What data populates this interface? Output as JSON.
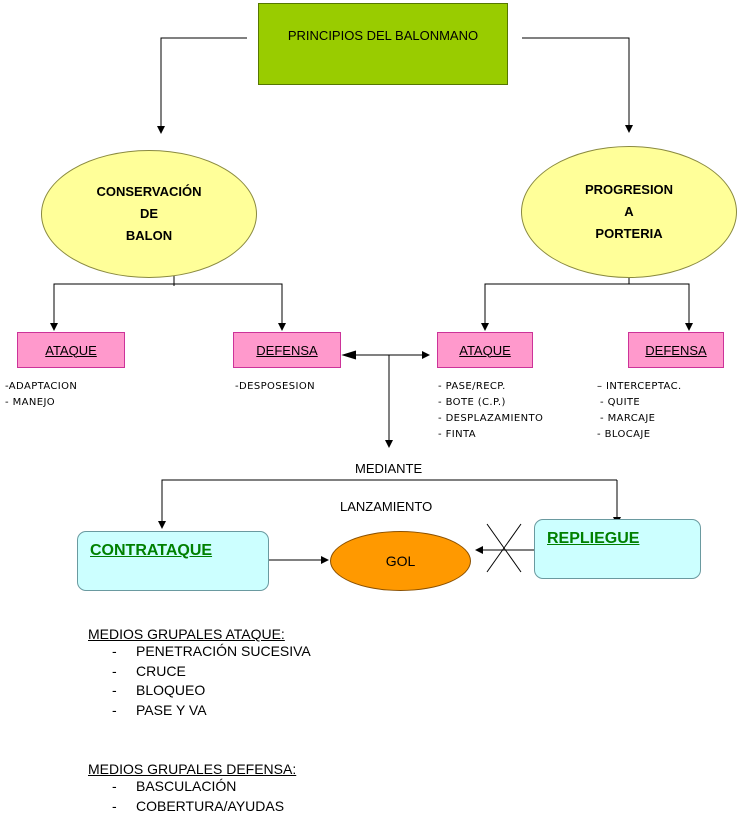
{
  "title": "PRINCIPIOS DEL BALONMANO",
  "conservacion": {
    "line1": "CONSERVACIÓN",
    "line2": "DE",
    "line3": "BALON"
  },
  "progresion": {
    "line1": "PROGRESION",
    "line2": "A",
    "line3": "PORTERIA"
  },
  "boxes": {
    "ataque_left": "ATAQUE",
    "defensa_left": "DEFENSA",
    "ataque_right": "ATAQUE",
    "defensa_right": "DEFENSA"
  },
  "lists": {
    "ataque_left": [
      "-ADAPTACION",
      "- MANEJO"
    ],
    "defensa_left": [
      "-DESPOSESION"
    ],
    "ataque_right": [
      "- PASE/RECP.",
      "- BOTE (C.P.)",
      "- DESPLAZAMIENTO",
      "- FINTA"
    ],
    "defensa_right": [
      "– INTERCEPTAC.",
      "- QUITE",
      "- MARCAJE",
      "- BLOCAJE"
    ]
  },
  "mediante": "MEDIANTE",
  "lanzamiento": "LANZAMIENTO",
  "contrataque": "CONTRATAQUE",
  "gol": "GOL",
  "repliegue": "REPLIEGUE",
  "medios_ataque": {
    "title": "MEDIOS GRUPALES ATAQUE:",
    "items": [
      "PENETRACIÓN SUCESIVA",
      "CRUCE",
      "BLOQUEO",
      "PASE Y VA"
    ]
  },
  "medios_defensa": {
    "title": "MEDIOS GRUPALES DEFENSA:",
    "items": [
      "BASCULACIÓN",
      "COBERTURA/AYUDAS"
    ]
  }
}
